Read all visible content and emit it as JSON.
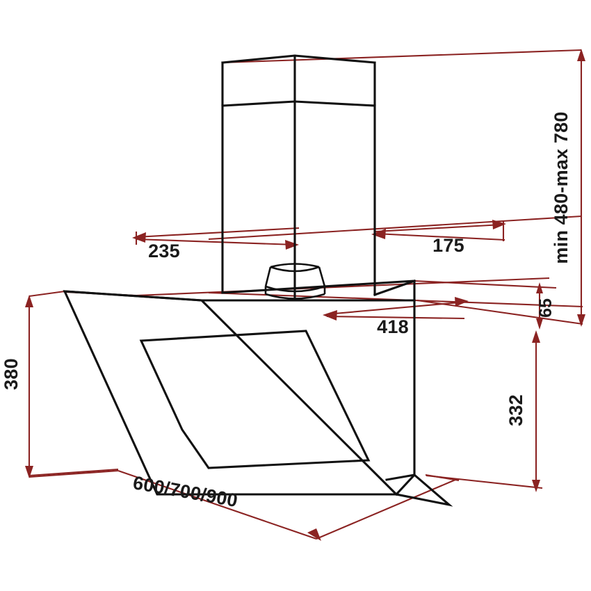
{
  "drawing": {
    "title": "Angled wall-mounted range hood technical dimension drawing",
    "units": "mm",
    "line_color_outline": "#111111",
    "line_color_dimension": "#8b2322",
    "background": "#ffffff"
  },
  "dimensions": {
    "chimney_left_offset": "235",
    "chimney_right_offset": "175",
    "hood_depth": "418",
    "chimney_height_range": "min 480-max 780",
    "top_plate_rear_height": "65",
    "hood_front_height": "380",
    "hood_body_height": "332",
    "hood_width_options": "600/700/900"
  },
  "labels": [
    {
      "id": "d-235",
      "text": "235",
      "orientation": "horizontal"
    },
    {
      "id": "d-175",
      "text": "175",
      "orientation": "horizontal"
    },
    {
      "id": "d-418",
      "text": "418",
      "orientation": "horizontal"
    },
    {
      "id": "d-65",
      "text": "65",
      "orientation": "vertical"
    },
    {
      "id": "d-min-max",
      "text": "min 480-max 780",
      "orientation": "vertical"
    },
    {
      "id": "d-380",
      "text": "380",
      "orientation": "vertical"
    },
    {
      "id": "d-332",
      "text": "332",
      "orientation": "vertical"
    },
    {
      "id": "d-width",
      "text": "600/700/900",
      "orientation": "rotated"
    }
  ],
  "parts": {
    "chimney": "telescopic-chimney",
    "hood_body": "angled-hood-body",
    "glass_panel": "inclined-glass-front-panel",
    "duct_outlet": "round-duct-outlet-flange",
    "top_plate": "hood-top-plate"
  }
}
